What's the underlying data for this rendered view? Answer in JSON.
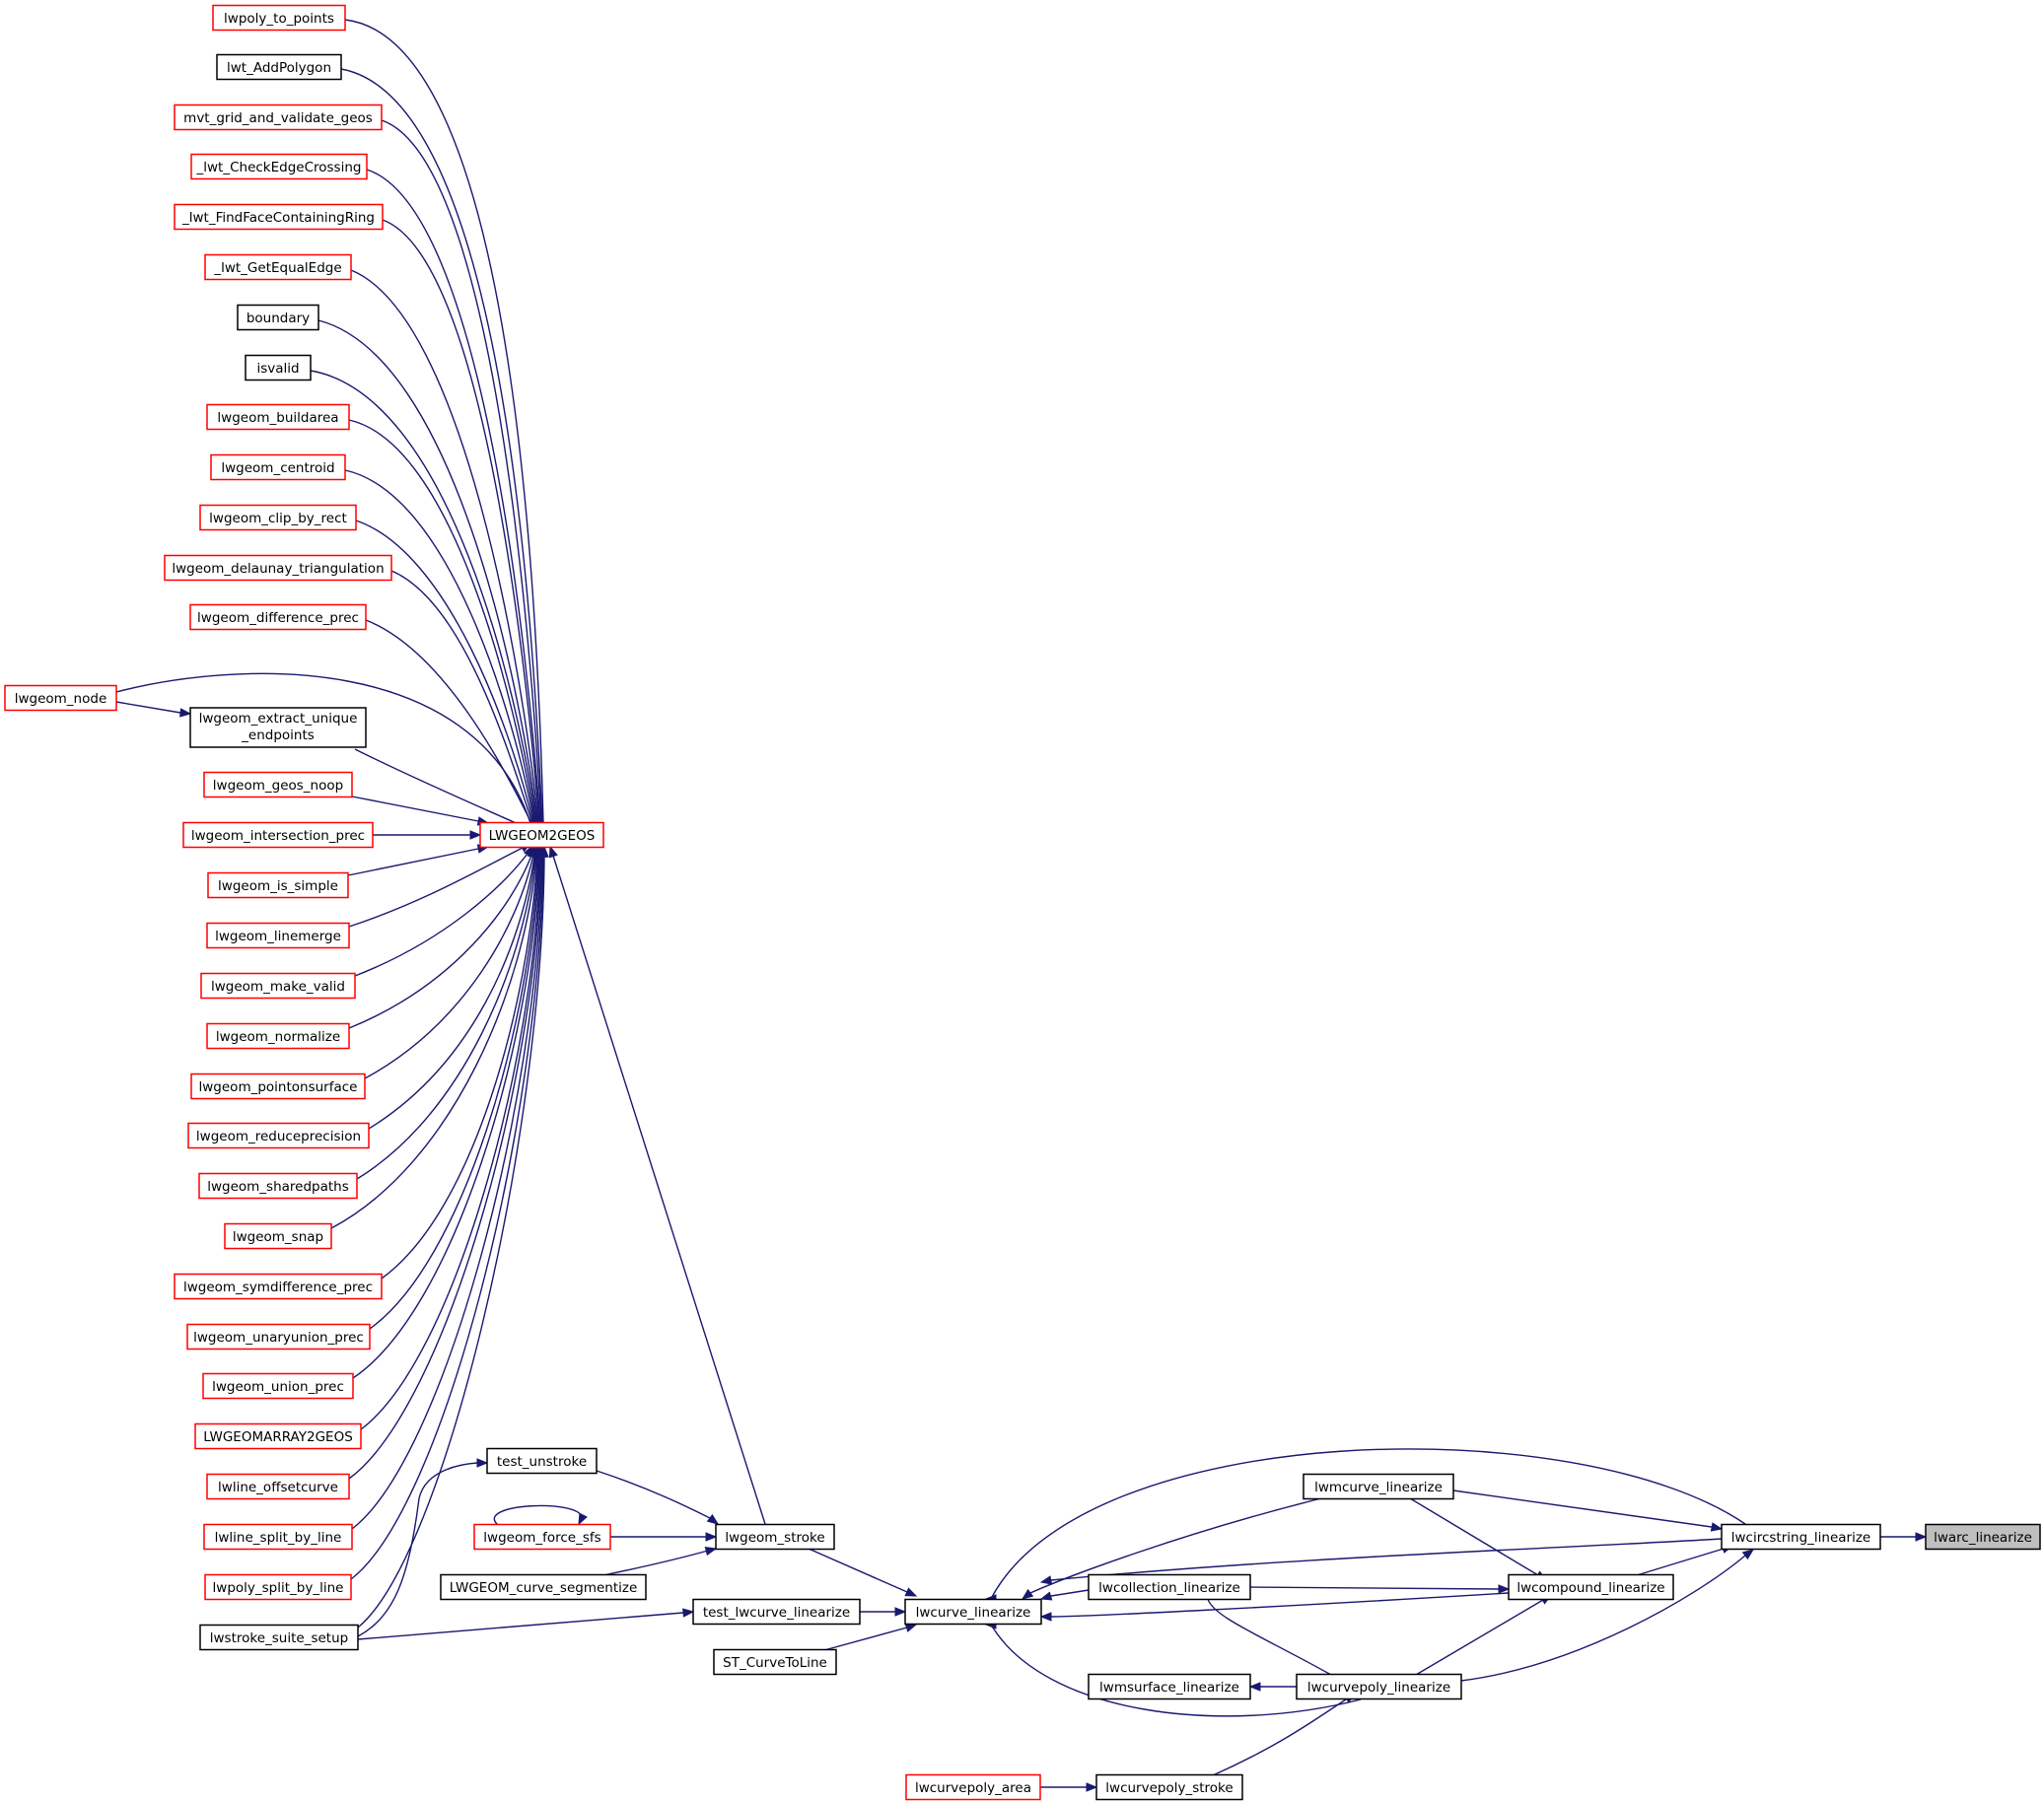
{
  "colors": {
    "edge": "#191970",
    "border_documented": "#000000",
    "border_undocumented": "#ff0000",
    "focus_fill": "#bfbfbf",
    "node_fill": "#ffffff"
  },
  "nodes": [
    {
      "id": "lwpoly_to_points",
      "label": "lwpoly_to_points",
      "border": "red"
    },
    {
      "id": "lwt_AddPolygon",
      "label": "lwt_AddPolygon",
      "border": "black"
    },
    {
      "id": "mvt_grid_and_validate_geos",
      "label": "mvt_grid_and_validate_geos",
      "border": "red"
    },
    {
      "id": "_lwt_CheckEdgeCrossing",
      "label": "_lwt_CheckEdgeCrossing",
      "border": "red"
    },
    {
      "id": "_lwt_FindFaceContainingRing",
      "label": "_lwt_FindFaceContainingRing",
      "border": "red"
    },
    {
      "id": "_lwt_GetEqualEdge",
      "label": "_lwt_GetEqualEdge",
      "border": "red"
    },
    {
      "id": "boundary",
      "label": "boundary",
      "border": "black"
    },
    {
      "id": "isvalid",
      "label": "isvalid",
      "border": "black"
    },
    {
      "id": "lwgeom_buildarea",
      "label": "lwgeom_buildarea",
      "border": "red"
    },
    {
      "id": "lwgeom_centroid",
      "label": "lwgeom_centroid",
      "border": "red"
    },
    {
      "id": "lwgeom_clip_by_rect",
      "label": "lwgeom_clip_by_rect",
      "border": "red"
    },
    {
      "id": "lwgeom_delaunay_triangulation",
      "label": "lwgeom_delaunay_triangulation",
      "border": "red"
    },
    {
      "id": "lwgeom_difference_prec",
      "label": "lwgeom_difference_prec",
      "border": "red"
    },
    {
      "id": "lwgeom_node",
      "label": "lwgeom_node",
      "border": "red"
    },
    {
      "id": "lwgeom_extract_unique_endpoints",
      "label": [
        "lwgeom_extract_unique",
        "_endpoints"
      ],
      "border": "black"
    },
    {
      "id": "lwgeom_geos_noop",
      "label": "lwgeom_geos_noop",
      "border": "red"
    },
    {
      "id": "lwgeom_intersection_prec",
      "label": "lwgeom_intersection_prec",
      "border": "red"
    },
    {
      "id": "LWGEOM2GEOS",
      "label": "LWGEOM2GEOS",
      "border": "red"
    },
    {
      "id": "lwgeom_is_simple",
      "label": "lwgeom_is_simple",
      "border": "red"
    },
    {
      "id": "lwgeom_linemerge",
      "label": "lwgeom_linemerge",
      "border": "red"
    },
    {
      "id": "lwgeom_make_valid",
      "label": "lwgeom_make_valid",
      "border": "red"
    },
    {
      "id": "lwgeom_normalize",
      "label": "lwgeom_normalize",
      "border": "red"
    },
    {
      "id": "lwgeom_pointonsurface",
      "label": "lwgeom_pointonsurface",
      "border": "red"
    },
    {
      "id": "lwgeom_reduceprecision",
      "label": "lwgeom_reduceprecision",
      "border": "red"
    },
    {
      "id": "lwgeom_sharedpaths",
      "label": "lwgeom_sharedpaths",
      "border": "red"
    },
    {
      "id": "lwgeom_snap",
      "label": "lwgeom_snap",
      "border": "red"
    },
    {
      "id": "lwgeom_symdifference_prec",
      "label": "lwgeom_symdifference_prec",
      "border": "red"
    },
    {
      "id": "lwgeom_unaryunion_prec",
      "label": "lwgeom_unaryunion_prec",
      "border": "red"
    },
    {
      "id": "lwgeom_union_prec",
      "label": "lwgeom_union_prec",
      "border": "red"
    },
    {
      "id": "LWGEOMARRAY2GEOS",
      "label": "LWGEOMARRAY2GEOS",
      "border": "red"
    },
    {
      "id": "lwline_offsetcurve",
      "label": "lwline_offsetcurve",
      "border": "red"
    },
    {
      "id": "lwline_split_by_line",
      "label": "lwline_split_by_line",
      "border": "red"
    },
    {
      "id": "lwpoly_split_by_line",
      "label": "lwpoly_split_by_line",
      "border": "red"
    },
    {
      "id": "lwstroke_suite_setup",
      "label": "lwstroke_suite_setup",
      "border": "black"
    },
    {
      "id": "test_unstroke",
      "label": "test_unstroke",
      "border": "black"
    },
    {
      "id": "lwgeom_force_sfs",
      "label": "lwgeom_force_sfs",
      "border": "red"
    },
    {
      "id": "LWGEOM_curve_segmentize",
      "label": "LWGEOM_curve_segmentize",
      "border": "black"
    },
    {
      "id": "lwgeom_stroke",
      "label": "lwgeom_stroke",
      "border": "black"
    },
    {
      "id": "test_lwcurve_linearize",
      "label": "test_lwcurve_linearize",
      "border": "black"
    },
    {
      "id": "ST_CurveToLine",
      "label": "ST_CurveToLine",
      "border": "black"
    },
    {
      "id": "lwcurve_linearize",
      "label": "lwcurve_linearize",
      "border": "black"
    },
    {
      "id": "lwmcurve_linearize",
      "label": "lwmcurve_linearize",
      "border": "black"
    },
    {
      "id": "lwcollection_linearize",
      "label": "lwcollection_linearize",
      "border": "black"
    },
    {
      "id": "lwmsurface_linearize",
      "label": "lwmsurface_linearize",
      "border": "black"
    },
    {
      "id": "lwcurvepoly_area",
      "label": "lwcurvepoly_area",
      "border": "red"
    },
    {
      "id": "lwcurvepoly_stroke",
      "label": "lwcurvepoly_stroke",
      "border": "black"
    },
    {
      "id": "lwcompound_linearize",
      "label": "lwcompound_linearize",
      "border": "black"
    },
    {
      "id": "lwcurvepoly_linearize",
      "label": "lwcurvepoly_linearize",
      "border": "black"
    },
    {
      "id": "lwcircstring_linearize",
      "label": "lwcircstring_linearize",
      "border": "black"
    },
    {
      "id": "lwarc_linearize",
      "label": "lwarc_linearize",
      "border": "black",
      "focus": true
    }
  ]
}
